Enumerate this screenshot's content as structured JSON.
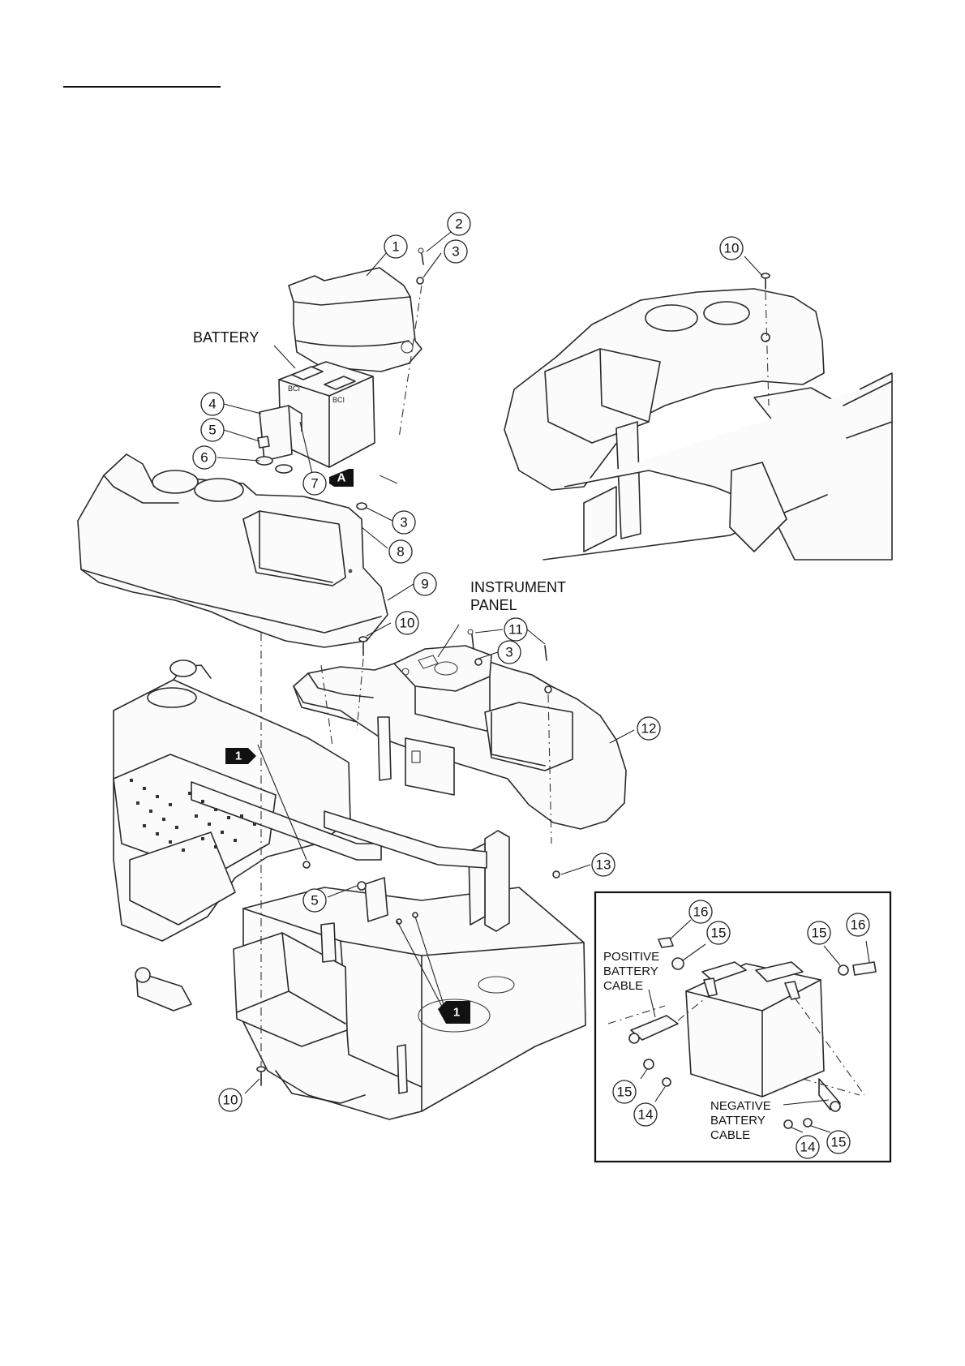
{
  "labels": {
    "battery": "BATTERY",
    "instrument_panel_1": "INSTRUMENT",
    "instrument_panel_2": "PANEL",
    "positive_cable_1": "POSITIVE",
    "positive_cable_2": "BATTERY",
    "positive_cable_3": "CABLE",
    "negative_cable_1": "NEGATIVE",
    "negative_cable_2": "BATTERY",
    "negative_cable_3": "CABLE",
    "battery_terminal_left": "BCI",
    "battery_terminal_right": "BCI"
  },
  "callouts": {
    "c1": "1",
    "c2": "2",
    "c3a": "3",
    "c3b": "3",
    "c3c": "3",
    "c4": "4",
    "c5a": "5",
    "c5b": "5",
    "c6": "6",
    "c7": "7",
    "c8": "8",
    "c9": "9",
    "c10a": "10",
    "c10b": "10",
    "c10c": "10",
    "c11": "11",
    "c12": "12",
    "c13": "13",
    "c14a": "14",
    "c14b": "14",
    "c15a": "15",
    "c15b": "15",
    "c15c": "15",
    "c15d": "15",
    "c16a": "16",
    "c16b": "16"
  },
  "flags": {
    "flag_a": "A",
    "flag_1_top": "1",
    "flag_1_bottom": "1"
  }
}
